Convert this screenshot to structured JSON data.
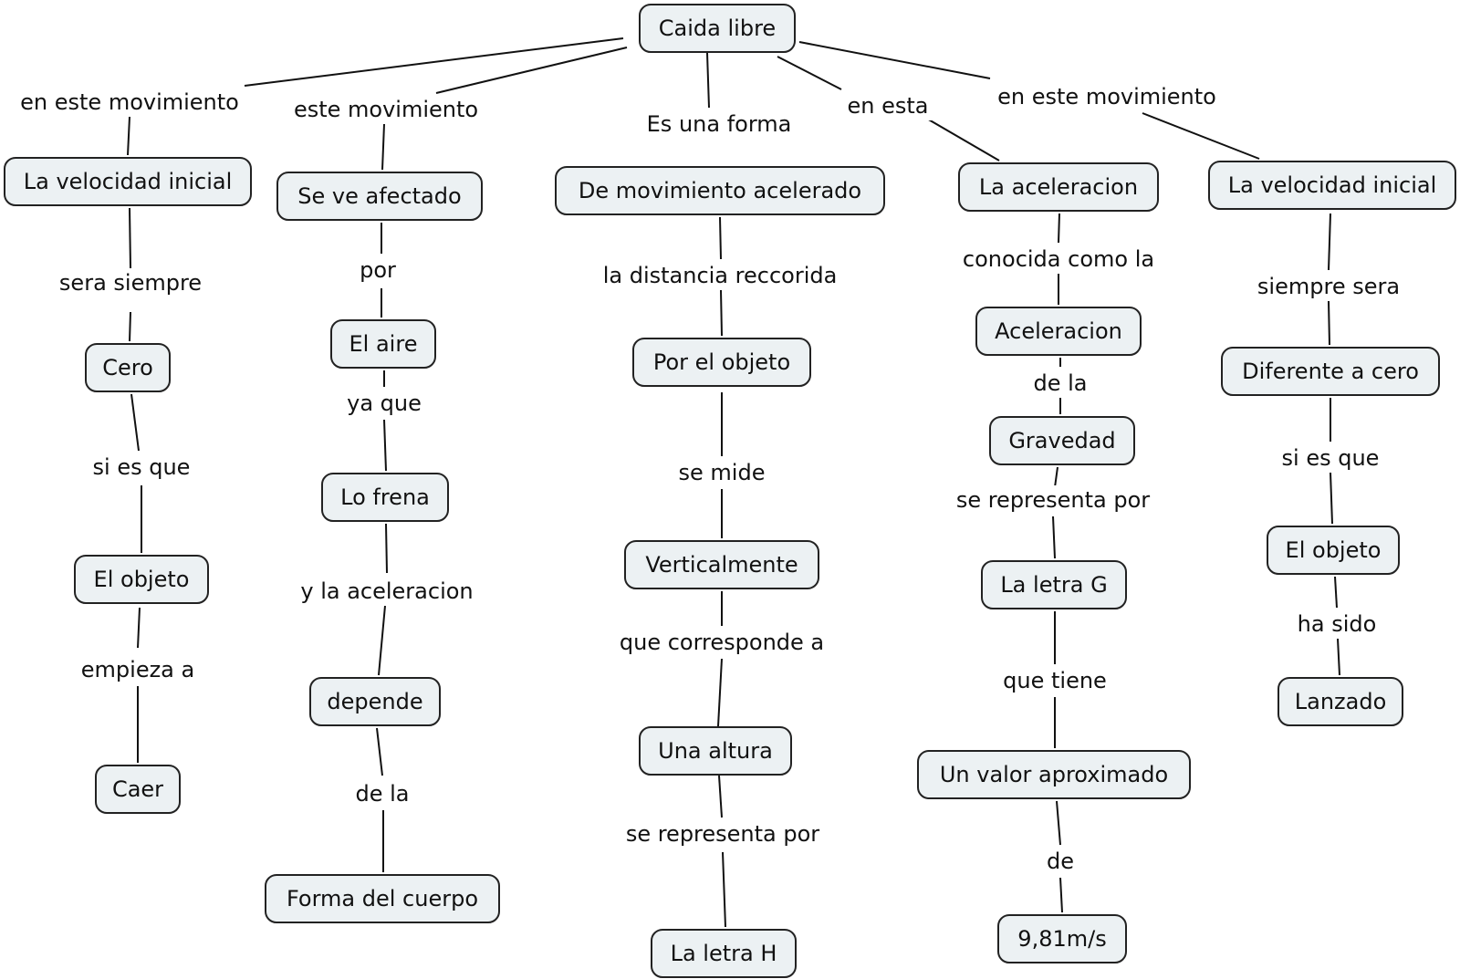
{
  "concept_map": {
    "root": "Caida libre",
    "branch1": {
      "link_root": "en este movimiento",
      "n1": "La velocidad inicial",
      "l1": "sera siempre",
      "n2": "Cero",
      "l2": "si es que",
      "n3": "El objeto",
      "l3": "empieza a",
      "n4": "Caer"
    },
    "branch2": {
      "link_root": "este movimiento",
      "n1": "Se ve afectado",
      "l1": "por",
      "n2": "El aire",
      "l2": "ya que",
      "n3": "Lo frena",
      "l3": "y la aceleracion",
      "n4": "depende",
      "l4": "de la",
      "n5": "Forma del cuerpo"
    },
    "branch3": {
      "link_root": "Es una forma",
      "n1": "De movimiento acelerado",
      "l1": "la distancia reccorida",
      "n2": "Por el objeto",
      "l2": "se mide",
      "n3": "Verticalmente",
      "l3": "que corresponde a",
      "n4": "Una altura",
      "l4": "se representa por",
      "n5": "La letra H"
    },
    "branch4": {
      "link_root": "en esta",
      "n1": "La aceleracion",
      "l1": "conocida como la",
      "n2": "Aceleracion",
      "l2": "de la",
      "n3": "Gravedad",
      "l3": "se representa por",
      "n4": "La letra G",
      "l4": "que tiene",
      "n5": "Un valor aproximado",
      "l5": "de",
      "n6": "9,81m/s"
    },
    "branch5": {
      "link_root": "en este movimiento",
      "n1": "La velocidad inicial",
      "l1": "siempre sera",
      "n2": "Diferente a cero",
      "l2": "si es que",
      "n3": "El objeto",
      "l3": "ha sido",
      "n4": "Lanzado"
    }
  },
  "colors": {
    "node_fill": "#ecf1f3",
    "node_border": "#222222",
    "connector": "#111111"
  }
}
